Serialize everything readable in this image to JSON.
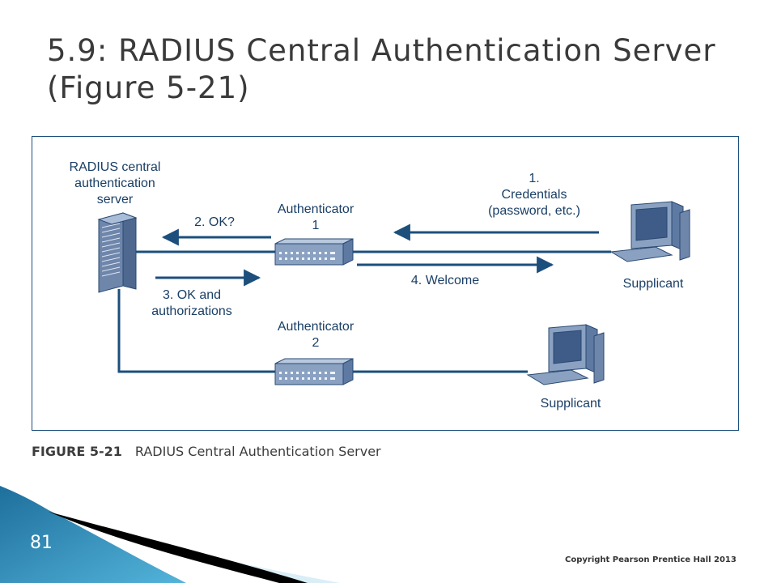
{
  "slide": {
    "title_line1": "5.9: RADIUS Central Authentication Server",
    "title_line2": "(Figure 5-21)",
    "number": "81",
    "copyright": "Copyright Pearson Prentice Hall 2013"
  },
  "diagram": {
    "server_label": [
      "RADIUS central",
      "authentication",
      "server"
    ],
    "authenticator1_label": [
      "Authenticator",
      "1"
    ],
    "authenticator2_label": [
      "Authenticator",
      "2"
    ],
    "credentials_label": [
      "1.",
      "Credentials",
      "(password, etc.)"
    ],
    "ok_query_label": "2. OK?",
    "ok_auth_label": [
      "3. OK and",
      "authorizations"
    ],
    "welcome_label": "4. Welcome",
    "supplicant1_label": "Supplicant",
    "supplicant2_label": "Supplicant"
  },
  "caption": {
    "figure_number": "FIGURE 5-21",
    "text": "RADIUS Central Authentication Server"
  },
  "colors": {
    "line": "#1c4f7c",
    "text": "#1a3f66",
    "device_fill": "#8aa1c2"
  }
}
